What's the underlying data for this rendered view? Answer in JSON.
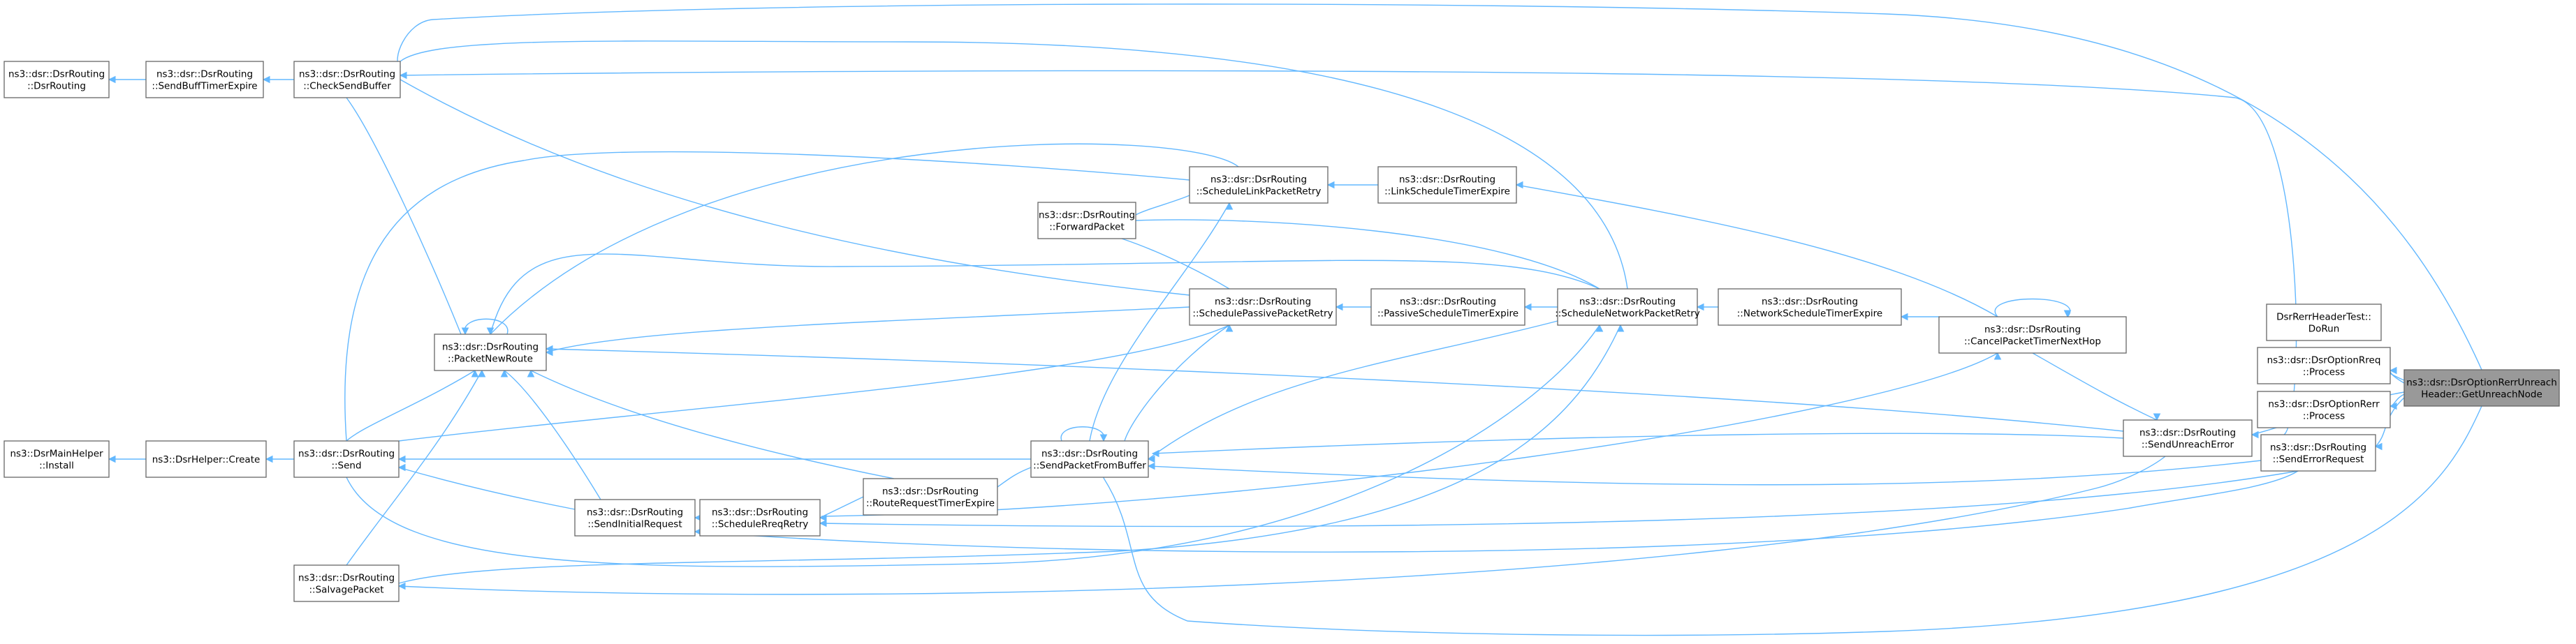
{
  "nodes": [
    {
      "id": "target",
      "lines": [
        "ns3::dsr::DsrOptionRerrUnreach",
        "Header::GetUnreachNode"
      ],
      "focus": true
    },
    {
      "id": "dorun",
      "lines": [
        "DsrRerrHeaderTest::",
        "DoRun"
      ]
    },
    {
      "id": "optrreq",
      "lines": [
        "ns3::dsr::DsrOptionRreq",
        "::Process"
      ]
    },
    {
      "id": "optrerr",
      "lines": [
        "ns3::dsr::DsrOptionRerr",
        "::Process"
      ]
    },
    {
      "id": "senderr",
      "lines": [
        "ns3::dsr::DsrRouting",
        "::SendErrorRequest"
      ]
    },
    {
      "id": "sendunr",
      "lines": [
        "ns3::dsr::DsrRouting",
        "::SendUnreachError"
      ]
    },
    {
      "id": "cancel",
      "lines": [
        "ns3::dsr::DsrRouting",
        "::CancelPacketTimerNextHop"
      ]
    },
    {
      "id": "netexp",
      "lines": [
        "ns3::dsr::DsrRouting",
        "::NetworkScheduleTimerExpire"
      ]
    },
    {
      "id": "schednet",
      "lines": [
        "ns3::dsr::DsrRouting",
        "::ScheduleNetworkPacketRetry"
      ]
    },
    {
      "id": "linkexp",
      "lines": [
        "ns3::dsr::DsrRouting",
        "::LinkScheduleTimerExpire"
      ]
    },
    {
      "id": "passexp",
      "lines": [
        "ns3::dsr::DsrRouting",
        "::PassiveScheduleTimerExpire"
      ]
    },
    {
      "id": "schedlink",
      "lines": [
        "ns3::dsr::DsrRouting",
        "::ScheduleLinkPacketRetry"
      ]
    },
    {
      "id": "schedpass",
      "lines": [
        "ns3::dsr::DsrRouting",
        "::SchedulePassivePacketRetry"
      ]
    },
    {
      "id": "forward",
      "lines": [
        "ns3::dsr::DsrRouting",
        "::ForwardPacket"
      ]
    },
    {
      "id": "sendbuf",
      "lines": [
        "ns3::dsr::DsrRouting",
        "::SendPacketFromBuffer"
      ]
    },
    {
      "id": "rrtexp",
      "lines": [
        "ns3::dsr::DsrRouting",
        "::RouteRequestTimerExpire"
      ]
    },
    {
      "id": "schedreq",
      "lines": [
        "ns3::dsr::DsrRouting",
        "::ScheduleRreqRetry"
      ]
    },
    {
      "id": "sendinit",
      "lines": [
        "ns3::dsr::DsrRouting",
        "::SendInitialRequest"
      ]
    },
    {
      "id": "salvage",
      "lines": [
        "ns3::dsr::DsrRouting",
        "::SalvagePacket"
      ]
    },
    {
      "id": "pktnew",
      "lines": [
        "ns3::dsr::DsrRouting",
        "::PacketNewRoute"
      ]
    },
    {
      "id": "send",
      "lines": [
        "ns3::dsr::DsrRouting",
        "::Send"
      ]
    },
    {
      "id": "check",
      "lines": [
        "ns3::dsr::DsrRouting",
        "::CheckSendBuffer"
      ]
    },
    {
      "id": "buftimer",
      "lines": [
        "ns3::dsr::DsrRouting",
        "::SendBuffTimerExpire"
      ]
    },
    {
      "id": "ctor",
      "lines": [
        "ns3::dsr::DsrRouting",
        "::DsrRouting"
      ]
    },
    {
      "id": "create",
      "lines": [
        "ns3::DsrHelper::Create"
      ]
    },
    {
      "id": "install",
      "lines": [
        "ns3::DsrMainHelper",
        "::Install"
      ]
    }
  ],
  "edges": [
    {
      "from": "target",
      "to": "dorun"
    },
    {
      "from": "target",
      "to": "optrreq"
    },
    {
      "from": "target",
      "to": "optrerr"
    },
    {
      "from": "target",
      "to": "senderr"
    },
    {
      "from": "target",
      "to": "sendunr"
    },
    {
      "from": "target",
      "to": "check"
    },
    {
      "from": "target",
      "to": "sendbuf"
    },
    {
      "from": "cancel",
      "to": "sendunr"
    },
    {
      "from": "cancel",
      "to": "cancel"
    },
    {
      "from": "netexp",
      "to": "cancel"
    },
    {
      "from": "linkexp",
      "to": "cancel"
    },
    {
      "from": "schednet",
      "to": "netexp"
    },
    {
      "from": "schednet",
      "to": "passexp"
    },
    {
      "from": "schednet",
      "to": "forward"
    },
    {
      "from": "schednet",
      "to": "pktnew"
    },
    {
      "from": "schednet",
      "to": "sendbuf"
    },
    {
      "from": "schednet",
      "to": "check"
    },
    {
      "from": "schednet",
      "to": "salvage"
    },
    {
      "from": "schednet",
      "to": "send"
    },
    {
      "from": "schedlink",
      "to": "linkexp"
    },
    {
      "from": "schedlink",
      "to": "forward"
    },
    {
      "from": "schedlink",
      "to": "pktnew"
    },
    {
      "from": "schedlink",
      "to": "sendbuf"
    },
    {
      "from": "schedlink",
      "to": "send"
    },
    {
      "from": "schedpass",
      "to": "passexp"
    },
    {
      "from": "schedpass",
      "to": "forward"
    },
    {
      "from": "schedpass",
      "to": "pktnew"
    },
    {
      "from": "schedpass",
      "to": "sendbuf"
    },
    {
      "from": "schedpass",
      "to": "check"
    },
    {
      "from": "schedpass",
      "to": "send"
    },
    {
      "from": "sendbuf",
      "to": "sendbuf"
    },
    {
      "from": "sendbuf",
      "to": "rrtexp"
    },
    {
      "from": "sendbuf",
      "to": "send"
    },
    {
      "from": "sendbuf",
      "to": "senderr"
    },
    {
      "from": "sendbuf",
      "to": "sendunr"
    },
    {
      "from": "schedreq",
      "to": "rrtexp"
    },
    {
      "from": "schedreq",
      "to": "sendinit"
    },
    {
      "from": "schedreq",
      "to": "senderr"
    },
    {
      "from": "schedreq",
      "to": "sendunr"
    },
    {
      "from": "sendinit",
      "to": "pktnew"
    },
    {
      "from": "sendinit",
      "to": "send"
    },
    {
      "from": "sendinit",
      "to": "senderr"
    },
    {
      "from": "pktnew",
      "to": "pktnew"
    },
    {
      "from": "pktnew",
      "to": "send"
    },
    {
      "from": "pktnew",
      "to": "check"
    },
    {
      "from": "pktnew",
      "to": "salvage"
    },
    {
      "from": "pktnew",
      "to": "sendunr"
    },
    {
      "from": "pktnew",
      "to": "rrtexp"
    },
    {
      "from": "salvage",
      "to": "sendunr"
    },
    {
      "from": "send",
      "to": "create"
    },
    {
      "from": "create",
      "to": "install"
    },
    {
      "from": "check",
      "to": "buftimer"
    },
    {
      "from": "check",
      "to": "senderr"
    },
    {
      "from": "buftimer",
      "to": "ctor"
    }
  ],
  "colors": {
    "edge": "#63b8ff",
    "node_border": "#666666",
    "node_fill": "#ffffff",
    "focus_fill": "#999999"
  }
}
